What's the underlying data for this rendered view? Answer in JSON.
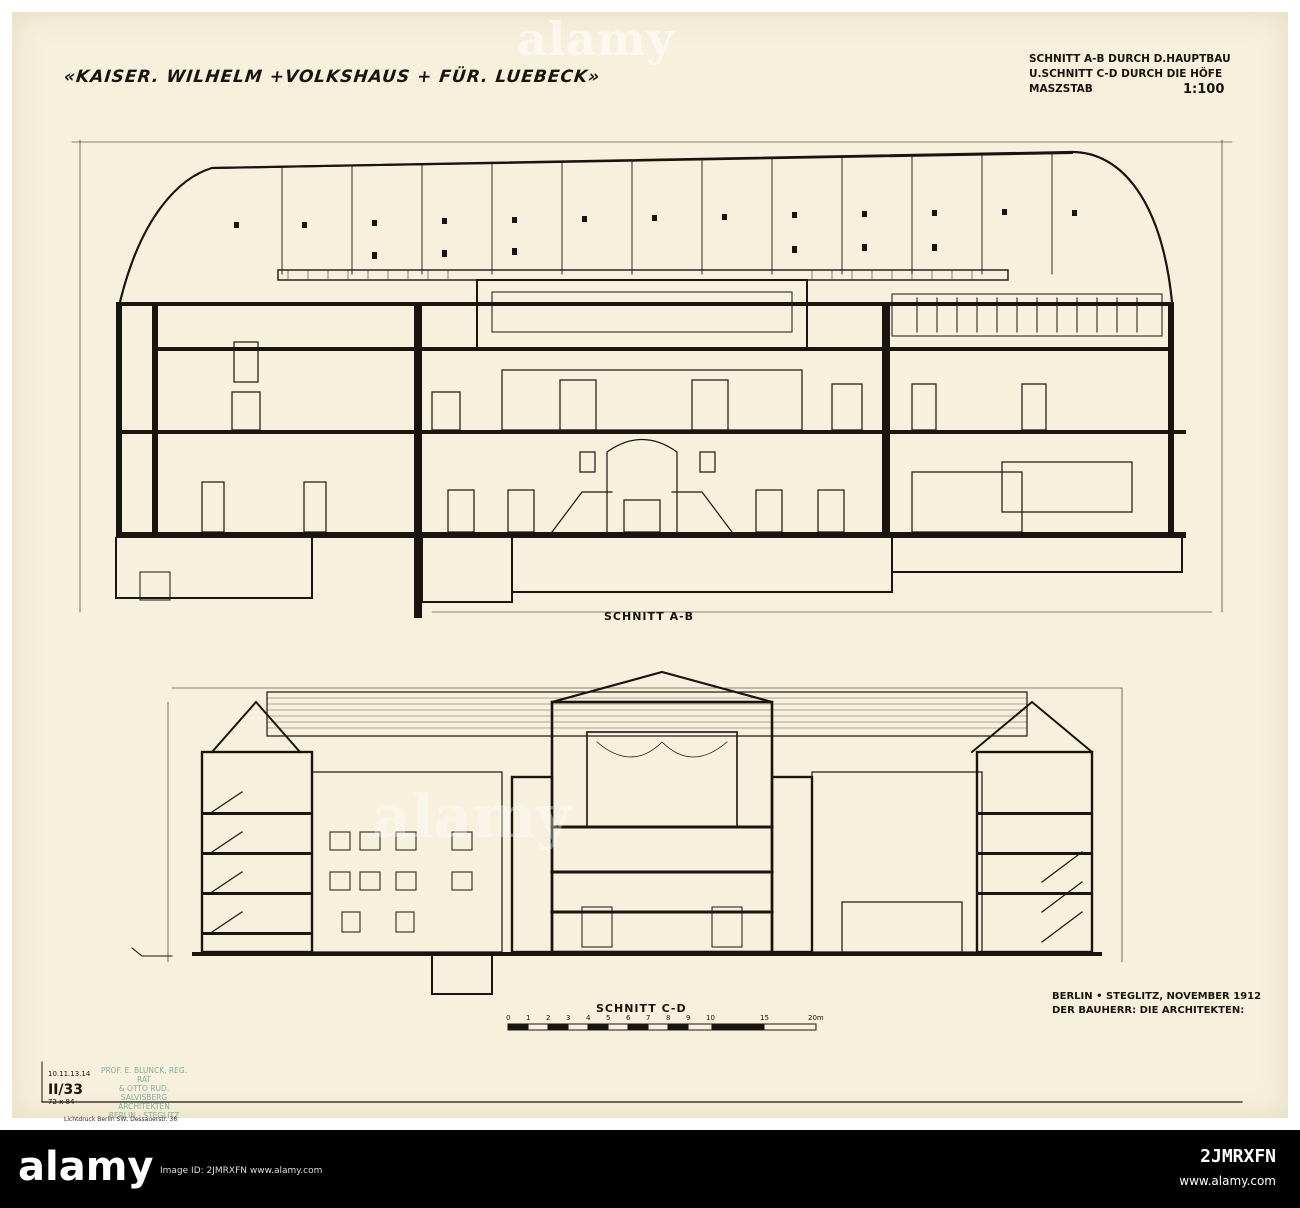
{
  "sheet": {
    "title": "«KAISER. WILHELM +VOLKSHAUS + FÜR. LUEBECK»",
    "header_lines": [
      "SCHNITT A-B DURCH D.HAUPTBAU",
      "U.SCHNITT C-D DURCH DIE HÖFE",
      "MASZSTAB"
    ],
    "scale": "1:100",
    "section_ab_label": "SCHNITT A-B",
    "section_cd_label": "SCHNITT C-D",
    "signature_lines": [
      "BERLIN • STEGLITZ, NOVEMBER 1912",
      "DER BAUHERR:   DIE ARCHITEKTEN:"
    ],
    "scale_bar_labels": [
      "0",
      "1",
      "2",
      "3",
      "4",
      "5",
      "6",
      "7",
      "8",
      "9",
      "10",
      "15",
      "20m"
    ],
    "stamp_lines": [
      "PROF. E. BLUNCK, REG. RAT",
      "& OTTO RUD. SALVISBERG",
      "ARCHITEKTEN",
      "BERLIN - STEGLITZ"
    ],
    "sheet_date": "10.11.13.14",
    "sheet_number": "II/33",
    "sheet_format": "72 x 84",
    "printer_note": "Lichtdruck Berlin SW, Dessauerstr. 36"
  },
  "watermark": {
    "brand": "alamy"
  },
  "footer": {
    "brand": "alamy",
    "caption": "Image ID: 2JMRXFN  www.alamy.com",
    "image_id": "2JMRXFN",
    "site": "www.alamy.com"
  },
  "colors": {
    "paper": "#f7f0dd",
    "ink": "#1a140e",
    "stamp": "#5c9a86",
    "footer_bg": "#000000"
  }
}
